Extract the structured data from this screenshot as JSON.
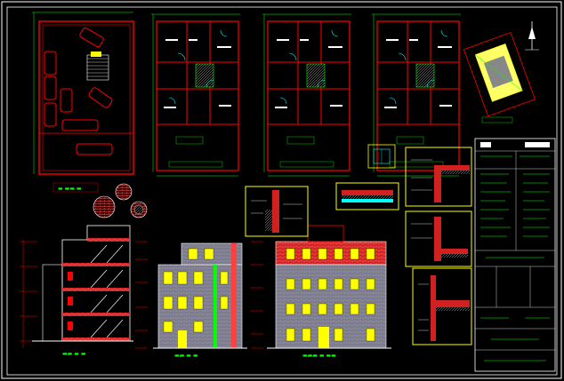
{
  "drawing": {
    "colors": {
      "background": "#000000",
      "frame": "#ffffff",
      "wall": "#ff0000",
      "dimension": "#00ff00",
      "hatch": "#ffffff",
      "door": "#00ffff",
      "detail_frame": "#ffff00",
      "brick": "#ff3333",
      "facade_grey": "#8a8a9a",
      "window": "#ffff00",
      "parking_site": "#ffff66"
    },
    "icons": {
      "north_arrow": "north-arrow-icon",
      "brick_sample": "brick-hatch-icon"
    },
    "panels": [
      {
        "name": "parking-plan",
        "kind": "floor-plan"
      },
      {
        "name": "ground-floor-plan",
        "kind": "floor-plan"
      },
      {
        "name": "first-floor-plan",
        "kind": "floor-plan"
      },
      {
        "name": "typical-floor-plan",
        "kind": "floor-plan"
      },
      {
        "name": "site-plan",
        "kind": "site-plan"
      },
      {
        "name": "section-a-a",
        "kind": "section"
      },
      {
        "name": "side-elevation",
        "kind": "elevation"
      },
      {
        "name": "front-elevation",
        "kind": "elevation"
      },
      {
        "name": "wall-details",
        "kind": "details"
      },
      {
        "name": "title-block",
        "kind": "table"
      }
    ]
  }
}
